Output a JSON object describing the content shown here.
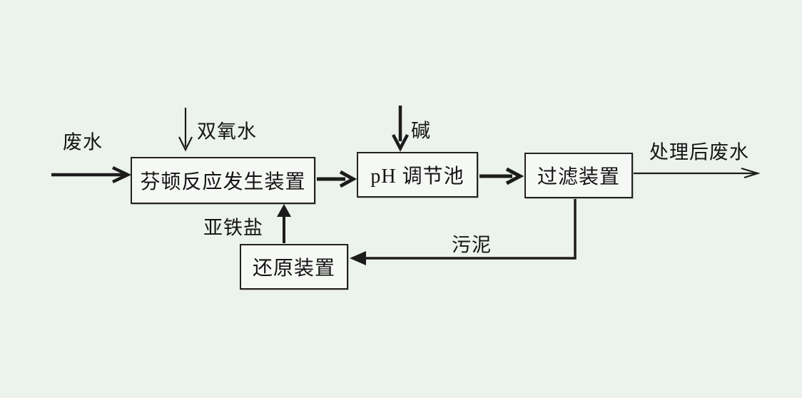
{
  "diagram": {
    "title": "Fenton process wastewater treatment flow diagram",
    "background_color": "#ecf2ec",
    "line_color": "#1c1c1c",
    "boxes": {
      "fenton": {
        "label": "芬顿反应发生装置"
      },
      "ph": {
        "label": "pH 调节池"
      },
      "filter": {
        "label": "过滤装置"
      },
      "reduction": {
        "label": "还原装置"
      }
    },
    "labels": {
      "wastewater": "废水",
      "hydrogen_peroxide": "双氧水",
      "alkali": "碱",
      "treated_wastewater": "处理后废水",
      "ferrous_salt": "亚铁盐",
      "sludge": "污泥"
    },
    "flows": [
      {
        "from": "wastewater-inlet",
        "to": "fenton",
        "label": "废水"
      },
      {
        "from": "hydrogen-peroxide-inlet",
        "to": "fenton",
        "label": "双氧水"
      },
      {
        "from": "fenton",
        "to": "ph"
      },
      {
        "from": "alkali-inlet",
        "to": "ph",
        "label": "碱"
      },
      {
        "from": "ph",
        "to": "filter"
      },
      {
        "from": "filter",
        "to": "outlet",
        "label": "处理后废水"
      },
      {
        "from": "filter",
        "to": "reduction",
        "label": "污泥"
      },
      {
        "from": "reduction",
        "to": "fenton",
        "label": "亚铁盐"
      }
    ]
  }
}
